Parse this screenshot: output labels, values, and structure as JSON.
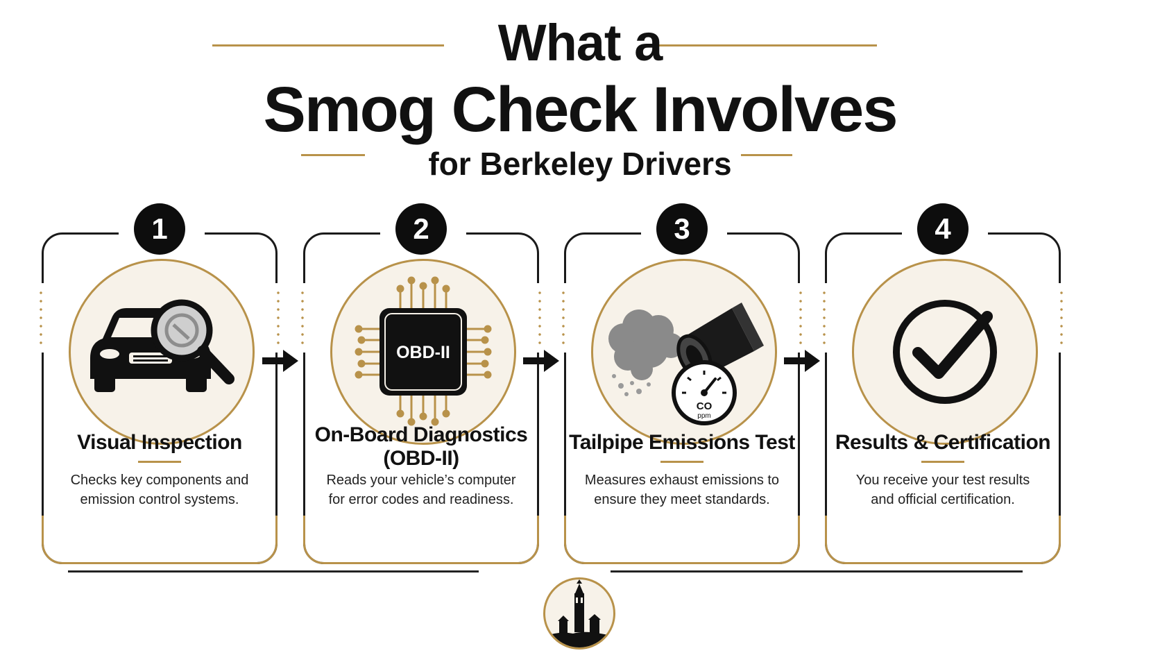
{
  "header": {
    "title_line1": "What a",
    "title_line2": "Smog Check Involves",
    "subtitle": "for Berkeley Drivers"
  },
  "steps": [
    {
      "number": "1",
      "icon": "car-magnifier-icon",
      "title": "Visual Inspection",
      "desc_line1": "Checks key components and",
      "desc_line2": "emission control systems."
    },
    {
      "number": "2",
      "icon": "obd-chip-icon",
      "chip_label": "OBD-II",
      "title_line1": "On-Board Diagnostics",
      "title_line2": "(OBD-II)",
      "desc_line1": "Reads your vehicle’s computer",
      "desc_line2": "for error codes and readiness."
    },
    {
      "number": "3",
      "icon": "tailpipe-gauge-icon",
      "gauge_label": "CO",
      "gauge_unit": "ppm",
      "title": "Tailpipe Emissions Test",
      "desc_line1": "Measures exhaust emissions to",
      "desc_line2": "ensure they meet standards."
    },
    {
      "number": "4",
      "icon": "checkmark-circle-icon",
      "title": "Results & Certification",
      "desc_line1": "You receive your test results",
      "desc_line2": "and official certification."
    }
  ],
  "footer": {
    "emblem_icon": "campanile-tower-icon"
  },
  "colors": {
    "accent_gold": "#b8924a",
    "icon_bg": "#f7f2e9",
    "ink": "#111111"
  }
}
